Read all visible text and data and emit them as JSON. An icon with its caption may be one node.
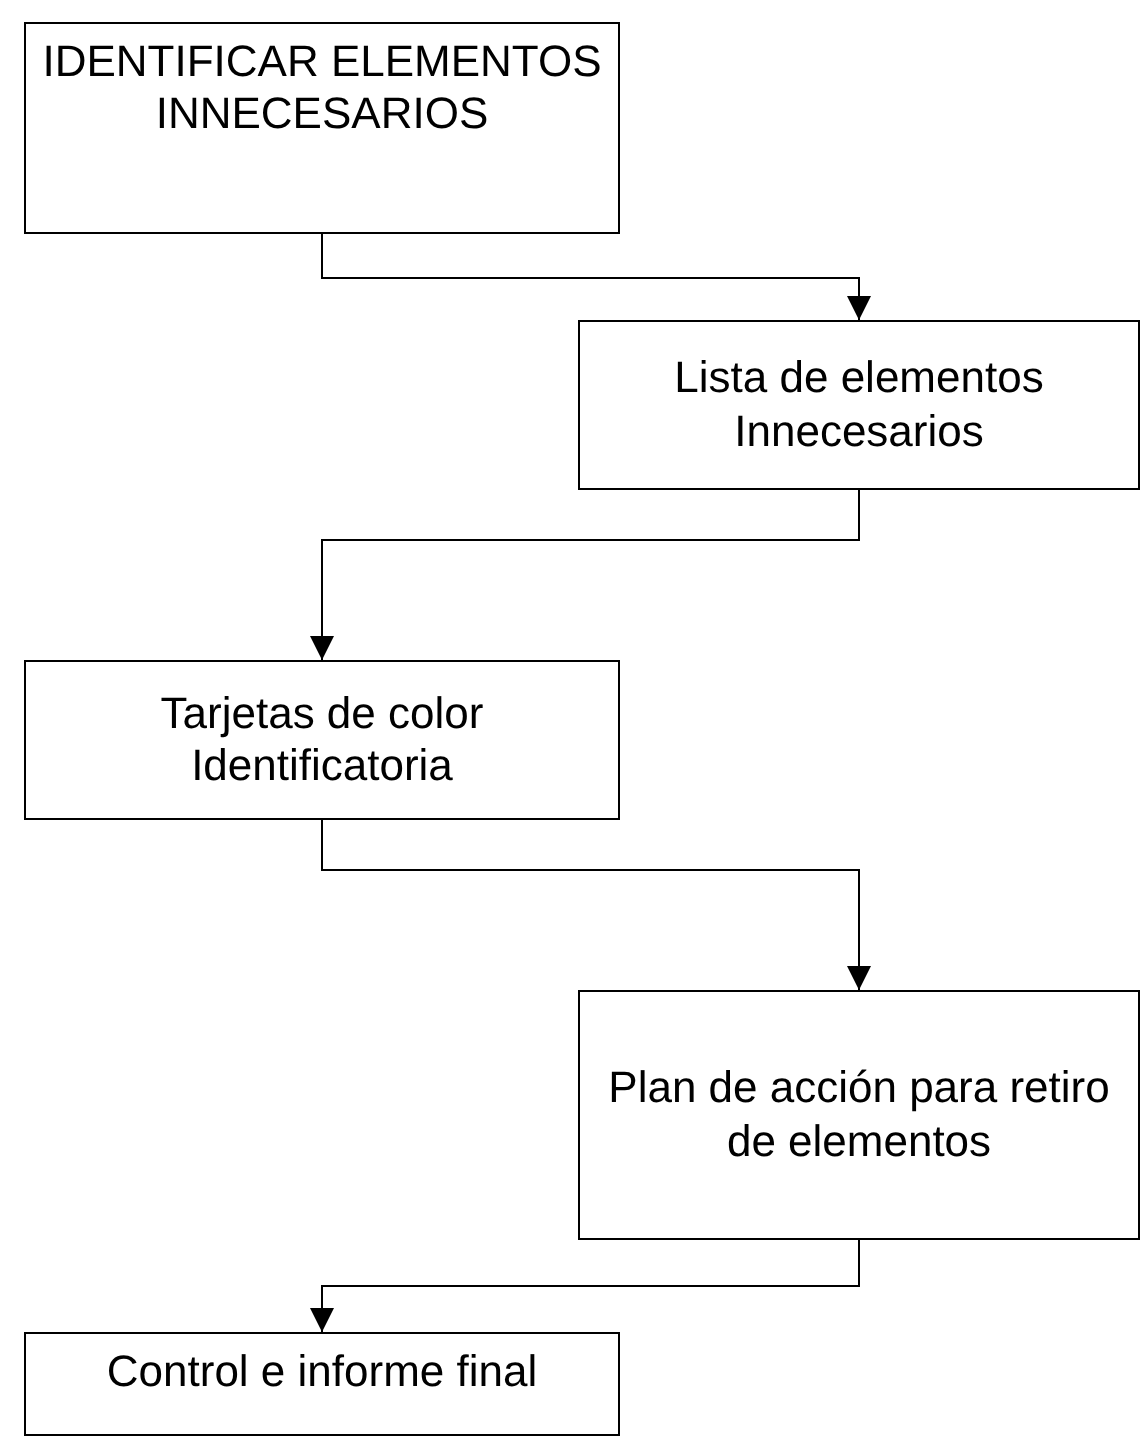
{
  "diagram": {
    "nodes": [
      {
        "text": [
          "IDENTIFICAR ELEMENTOS INNECESARIOS"
        ]
      },
      {
        "text": [
          "Lista de elementos Innecesarios"
        ]
      },
      {
        "text": [
          "Tarjetas de color Identificatoria"
        ]
      },
      {
        "text": [
          "Plan de acción para retiro de elementos"
        ]
      },
      {
        "text": [
          "Control e informe final"
        ]
      }
    ],
    "edges": [
      {
        "from": 0,
        "to": 1,
        "arrow": "to"
      },
      {
        "from": 1,
        "to": 2,
        "arrow": "to"
      },
      {
        "from": 2,
        "to": 3,
        "arrow": "to"
      },
      {
        "from": 3,
        "to": 4,
        "arrow": "to"
      }
    ]
  }
}
